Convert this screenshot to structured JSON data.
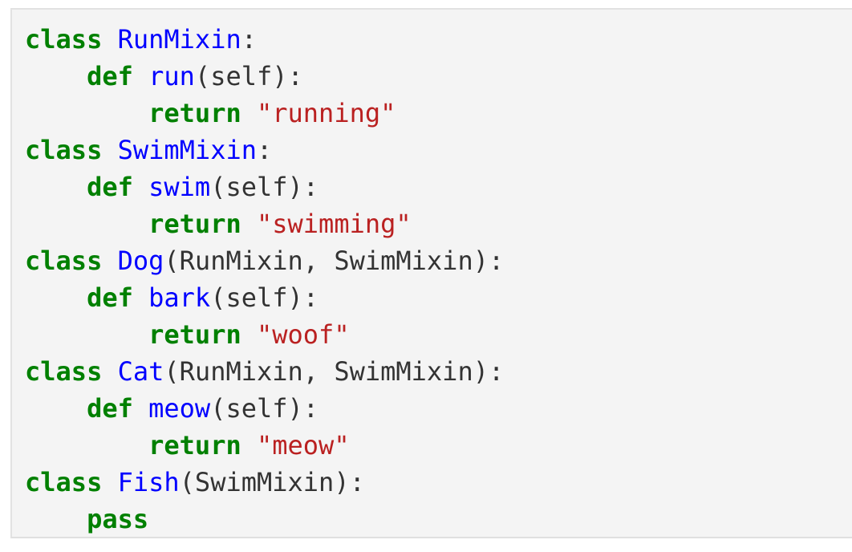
{
  "document": {
    "kind": "syntax-highlighted-code-block",
    "language": "python",
    "background_color": "#ffffff",
    "block_background_color": "#f4f4f4",
    "block_border_color": "#e0e0e0"
  },
  "theme": {
    "keyword_color": "#008000",
    "class_name_color": "#0000ff",
    "function_name_color": "#0000ff",
    "string_color": "#ba2121",
    "punctuation_color": "#333333"
  },
  "code": {
    "lines": [
      {
        "index": 1,
        "text": "class RunMixin:",
        "tokens": [
          {
            "t": "class",
            "c": "k"
          },
          {
            "t": " ",
            "c": "p"
          },
          {
            "t": "RunMixin",
            "c": "nc"
          },
          {
            "t": ":",
            "c": "p"
          }
        ]
      },
      {
        "index": 2,
        "text": "    def run(self):",
        "tokens": [
          {
            "t": "    ",
            "c": "p"
          },
          {
            "t": "def",
            "c": "k"
          },
          {
            "t": " ",
            "c": "p"
          },
          {
            "t": "run",
            "c": "nf"
          },
          {
            "t": "(self):",
            "c": "p"
          }
        ]
      },
      {
        "index": 3,
        "text": "        return \"running\"",
        "tokens": [
          {
            "t": "        ",
            "c": "p"
          },
          {
            "t": "return",
            "c": "k"
          },
          {
            "t": " ",
            "c": "p"
          },
          {
            "t": "\"running\"",
            "c": "s"
          }
        ]
      },
      {
        "index": 4,
        "text": "class SwimMixin:",
        "tokens": [
          {
            "t": "class",
            "c": "k"
          },
          {
            "t": " ",
            "c": "p"
          },
          {
            "t": "SwimMixin",
            "c": "nc"
          },
          {
            "t": ":",
            "c": "p"
          }
        ]
      },
      {
        "index": 5,
        "text": "    def swim(self):",
        "tokens": [
          {
            "t": "    ",
            "c": "p"
          },
          {
            "t": "def",
            "c": "k"
          },
          {
            "t": " ",
            "c": "p"
          },
          {
            "t": "swim",
            "c": "nf"
          },
          {
            "t": "(self):",
            "c": "p"
          }
        ]
      },
      {
        "index": 6,
        "text": "        return \"swimming\"",
        "tokens": [
          {
            "t": "        ",
            "c": "p"
          },
          {
            "t": "return",
            "c": "k"
          },
          {
            "t": " ",
            "c": "p"
          },
          {
            "t": "\"swimming\"",
            "c": "s"
          }
        ]
      },
      {
        "index": 7,
        "text": "class Dog(RunMixin, SwimMixin):",
        "tokens": [
          {
            "t": "class",
            "c": "k"
          },
          {
            "t": " ",
            "c": "p"
          },
          {
            "t": "Dog",
            "c": "nc"
          },
          {
            "t": "(RunMixin, SwimMixin):",
            "c": "p"
          }
        ]
      },
      {
        "index": 8,
        "text": "    def bark(self):",
        "tokens": [
          {
            "t": "    ",
            "c": "p"
          },
          {
            "t": "def",
            "c": "k"
          },
          {
            "t": " ",
            "c": "p"
          },
          {
            "t": "bark",
            "c": "nf"
          },
          {
            "t": "(self):",
            "c": "p"
          }
        ]
      },
      {
        "index": 9,
        "text": "        return \"woof\"",
        "tokens": [
          {
            "t": "        ",
            "c": "p"
          },
          {
            "t": "return",
            "c": "k"
          },
          {
            "t": " ",
            "c": "p"
          },
          {
            "t": "\"woof\"",
            "c": "s"
          }
        ]
      },
      {
        "index": 10,
        "text": "class Cat(RunMixin, SwimMixin):",
        "tokens": [
          {
            "t": "class",
            "c": "k"
          },
          {
            "t": " ",
            "c": "p"
          },
          {
            "t": "Cat",
            "c": "nc"
          },
          {
            "t": "(RunMixin, SwimMixin):",
            "c": "p"
          }
        ]
      },
      {
        "index": 11,
        "text": "    def meow(self):",
        "tokens": [
          {
            "t": "    ",
            "c": "p"
          },
          {
            "t": "def",
            "c": "k"
          },
          {
            "t": " ",
            "c": "p"
          },
          {
            "t": "meow",
            "c": "nf"
          },
          {
            "t": "(self):",
            "c": "p"
          }
        ]
      },
      {
        "index": 12,
        "text": "        return \"meow\"",
        "tokens": [
          {
            "t": "        ",
            "c": "p"
          },
          {
            "t": "return",
            "c": "k"
          },
          {
            "t": " ",
            "c": "p"
          },
          {
            "t": "\"meow\"",
            "c": "s"
          }
        ]
      },
      {
        "index": 13,
        "text": "class Fish(SwimMixin):",
        "tokens": [
          {
            "t": "class",
            "c": "k"
          },
          {
            "t": " ",
            "c": "p"
          },
          {
            "t": "Fish",
            "c": "nc"
          },
          {
            "t": "(SwimMixin):",
            "c": "p"
          }
        ]
      },
      {
        "index": 14,
        "text": "    pass",
        "tokens": [
          {
            "t": "    ",
            "c": "p"
          },
          {
            "t": "pass",
            "c": "k"
          }
        ]
      }
    ]
  }
}
